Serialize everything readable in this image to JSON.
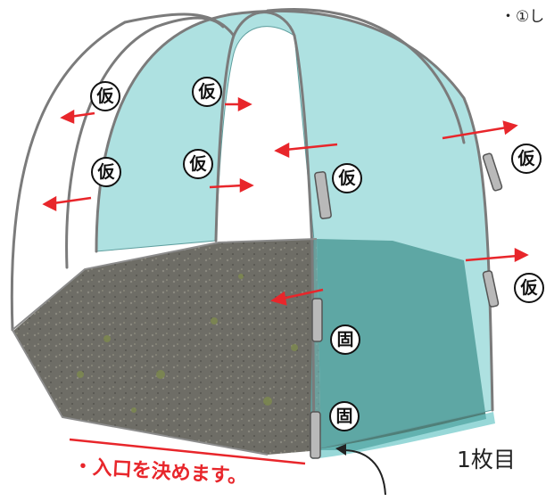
{
  "top_note": "・①し",
  "sheet_label": "1枚目",
  "caption": "・入口を決めます。",
  "marks": {
    "temporary": "仮",
    "fixed": "固"
  },
  "colors": {
    "sheet": "#6cc8c8",
    "frame": "#777777",
    "arrow": "#e8262b",
    "ground": "#6b6a63"
  }
}
